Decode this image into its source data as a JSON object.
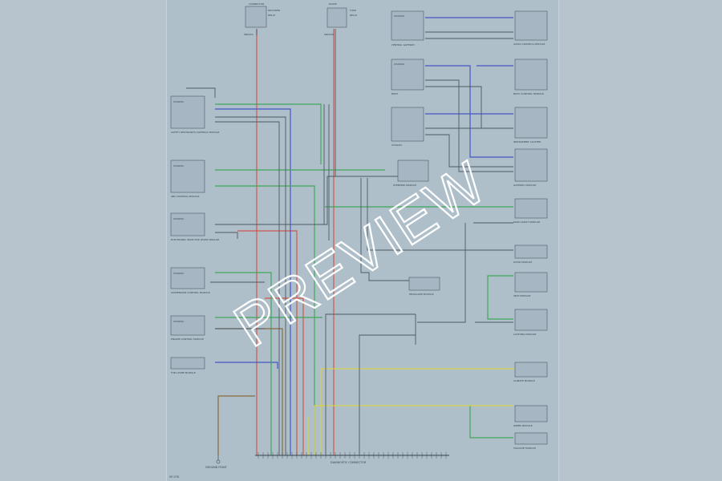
{
  "watermark": {
    "text": "PREVIEW"
  },
  "sheet": {
    "page_ref": "VE 076"
  },
  "top_components": [
    {
      "text1": "CONNECTOR",
      "text2": "DECODER",
      "text3": "RELAY",
      "ref": "SB003C"
    },
    {
      "text1": "DIODE",
      "text2": "FUSE",
      "text3": "RELAY",
      "ref": "SB003D"
    }
  ],
  "left_modules": [
    {
      "name": "SAFETY RESTRAINTS CONTROL MODULE",
      "inner": "CHASSIS"
    },
    {
      "name": "ABS CONTROL MODULE",
      "inner": "CHASSIS"
    },
    {
      "name": "ELECTRONIC SELECTOR LEVER MODULE",
      "inner": "CHASSIS"
    },
    {
      "name": "SUSPENSION CONTROL MODULE",
      "inner": "CHASSIS"
    },
    {
      "name": "ENGINE CONTROL MODULE",
      "inner": "CHASSIS"
    },
    {
      "name": "FUEL PUMP MODULE",
      "inner": ""
    }
  ],
  "right_modules": [
    {
      "name": "AUDIO CONTROL MODULE"
    },
    {
      "name": "BODY CONTROL MODULE"
    },
    {
      "name": "INSTRUMENT CLUSTER"
    },
    {
      "name": "GATEWAY MODULE"
    },
    {
      "name": "PARK ASSIST MODULE"
    },
    {
      "name": "DOOR MODULE"
    },
    {
      "name": "SEAT MODULE"
    },
    {
      "name": "LIGHTING MODULE"
    },
    {
      "name": "CLIMATE MODULE"
    },
    {
      "name": "WIPER MODULE"
    },
    {
      "name": "TAILGATE MODULE"
    }
  ],
  "mid_modules": [
    {
      "name": "STEERING MODULE"
    },
    {
      "name": "HEADLAMP MODULE"
    }
  ],
  "mid_left_modules": [
    {
      "name": "CENTRAL GATEWAY",
      "inner": "CHASSIS"
    },
    {
      "name": "BODY",
      "inner": "CHASSIS"
    },
    {
      "name": "CHASSIS",
      "inner": ""
    }
  ],
  "bottom": {
    "connector_label": "DIAGNOSTIC CONNECTOR",
    "ground_label": "GROUND POINT"
  }
}
